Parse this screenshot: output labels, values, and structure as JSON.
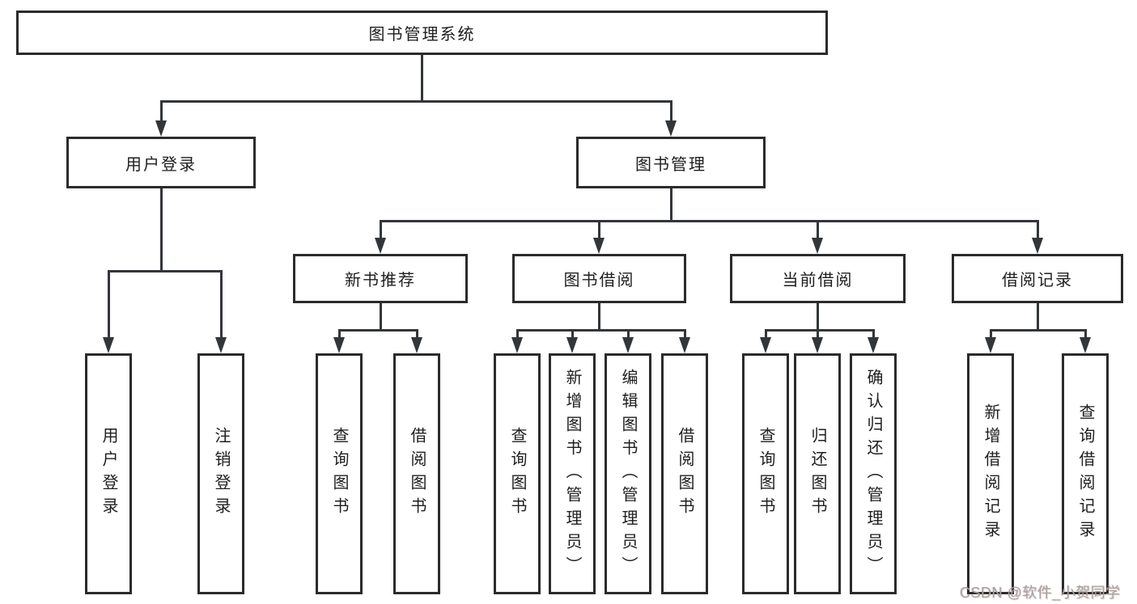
{
  "nodes": {
    "root": "图书管理系统",
    "user_login": "用户登录",
    "book_mgmt": "图书管理",
    "new_book_rec": "新书推荐",
    "book_borrow": "图书借阅",
    "current_borrow": "当前借阅",
    "borrow_records": "借阅记录",
    "ul_login": "用户登录",
    "ul_logout": "注销登录",
    "nb_query": "查询图书",
    "nb_borrow": "借阅图书",
    "bb_query": "查询图书",
    "bb_add": "新增图书（管理员）",
    "bb_edit": "编辑图书（管理员）",
    "bb_borrow": "借阅图书",
    "cb_query": "查询图书",
    "cb_return": "归还图书",
    "cb_confirm": "确认归还（管理员）",
    "br_add": "新增借阅记录",
    "br_query": "查询借阅记录"
  },
  "hierarchy": {
    "图书管理系统": {
      "用户登录": [
        "用户登录",
        "注销登录"
      ],
      "图书管理": {
        "新书推荐": [
          "查询图书",
          "借阅图书"
        ],
        "图书借阅": [
          "查询图书",
          "新增图书（管理员）",
          "编辑图书（管理员）",
          "借阅图书"
        ],
        "当前借阅": [
          "查询图书",
          "归还图书",
          "确认归还（管理员）"
        ],
        "借阅记录": [
          "新增借阅记录",
          "查询借阅记录"
        ]
      }
    }
  },
  "watermark": "CSDN @软件_小贺同学",
  "colors": {
    "line": "#333639",
    "border": "#2b2b2b",
    "text": "#1e1e1e",
    "watermark": "#a3a3a3",
    "background": "#ffffff"
  }
}
